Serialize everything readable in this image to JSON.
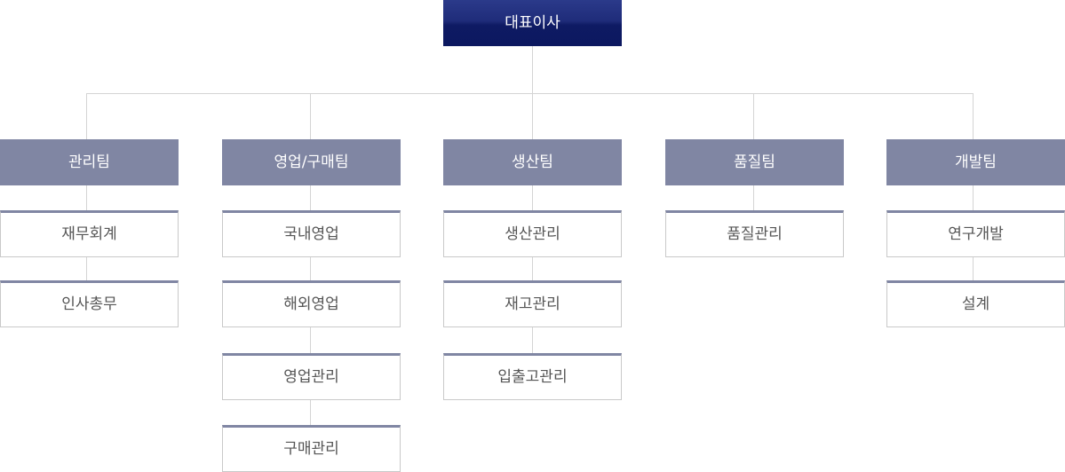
{
  "ceo": {
    "label": "대표이사"
  },
  "teams": [
    {
      "label": "관리팀",
      "subs": [
        "재무회계",
        "인사총무"
      ]
    },
    {
      "label": "영업/구매팀",
      "subs": [
        "국내영업",
        "해외영업",
        "영업관리",
        "구매관리"
      ]
    },
    {
      "label": "생산팀",
      "subs": [
        "생산관리",
        "재고관리",
        "입출고관리"
      ]
    },
    {
      "label": "품질팀",
      "subs": [
        "품질관리"
      ]
    },
    {
      "label": "개발팀",
      "subs": [
        "연구개발",
        "설계"
      ]
    }
  ],
  "colors": {
    "ceo": "#0e1a63",
    "team": "#8086a3",
    "line": "#d4d4d4",
    "sub_text": "#555555"
  }
}
